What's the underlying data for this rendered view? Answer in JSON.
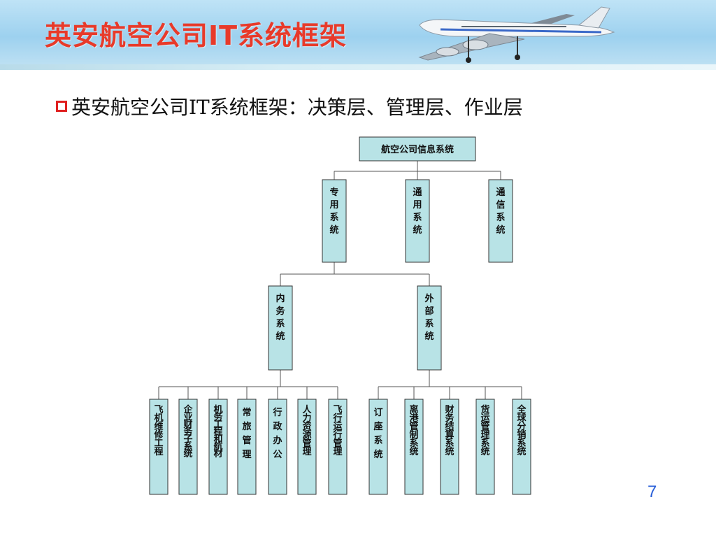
{
  "slide": {
    "title": "英安航空公司IT系统框架",
    "subtitle": "英安航空公司IT系统框架：决策层、管理层、作业层",
    "page_number": "7"
  },
  "colors": {
    "title": "#e83a2a",
    "node_fill": "#b8e3e6",
    "node_border": "#333333",
    "page_number": "#2a5fd8"
  },
  "diagram": {
    "root": "航空公司信息系统",
    "level2": [
      "专用系统",
      "通用系统",
      "通信系统"
    ],
    "level3": [
      "内务系统",
      "外部系统"
    ],
    "internal_systems": [
      "飞机维修工程",
      "企业财务子系统",
      "机务工程和航材",
      "常旅管理",
      "行政办公",
      "人力资源管理",
      "飞行运行管理"
    ],
    "external_systems": [
      "订座系统",
      "离港管制系统",
      "财务结算系统",
      "货运管理系统",
      "全球分销系统"
    ]
  }
}
